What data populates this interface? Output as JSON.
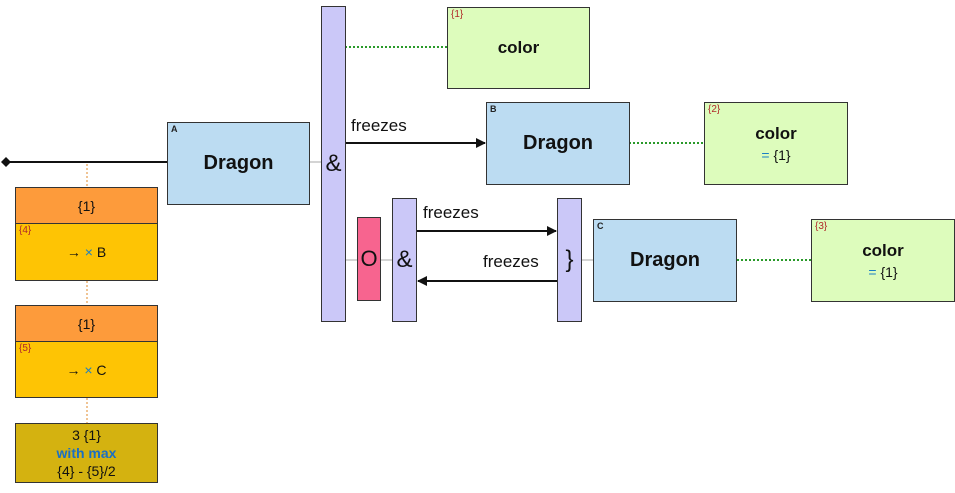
{
  "operators": {
    "and_main": "&",
    "and_inner": "&",
    "or_inner": "O",
    "brace": "}"
  },
  "entities": {
    "a": {
      "corner": "A",
      "label": "Dragon"
    },
    "b": {
      "corner": "B",
      "label": "Dragon"
    },
    "c": {
      "corner": "C",
      "label": "Dragon"
    }
  },
  "attributes": {
    "attr1": {
      "tag": "{1}",
      "name": "color"
    },
    "attr2": {
      "tag": "{2}",
      "name": "color",
      "eq": "=",
      "ref": "{1}"
    },
    "attr3": {
      "tag": "{3}",
      "name": "color",
      "eq": "=",
      "ref": "{1}"
    }
  },
  "relations": {
    "freezes_top": "freezes",
    "freezes_mid": "freezes",
    "freezes_back": "freezes"
  },
  "stack": {
    "card1": {
      "header": "{1}",
      "tag": "{4}",
      "arrow": "→",
      "x": "×",
      "target": "B"
    },
    "card2": {
      "header": "{1}",
      "tag": "{5}",
      "arrow": "→",
      "x": "×",
      "target": "C"
    },
    "summary": {
      "line1": "3 {1}",
      "line2": "with max",
      "line3": "{4} - {5}/2"
    }
  },
  "colors": {
    "entity": "#bcdcf2",
    "attribute": "#ddfcbc",
    "operator": "#cbc8f8",
    "or_operator": "#f7648f",
    "header": "#fd9b3b",
    "card": "#fec404",
    "summary": "#d4b210",
    "dotted_link": "#2a9a2a",
    "stack_link": "#e08a2a"
  }
}
